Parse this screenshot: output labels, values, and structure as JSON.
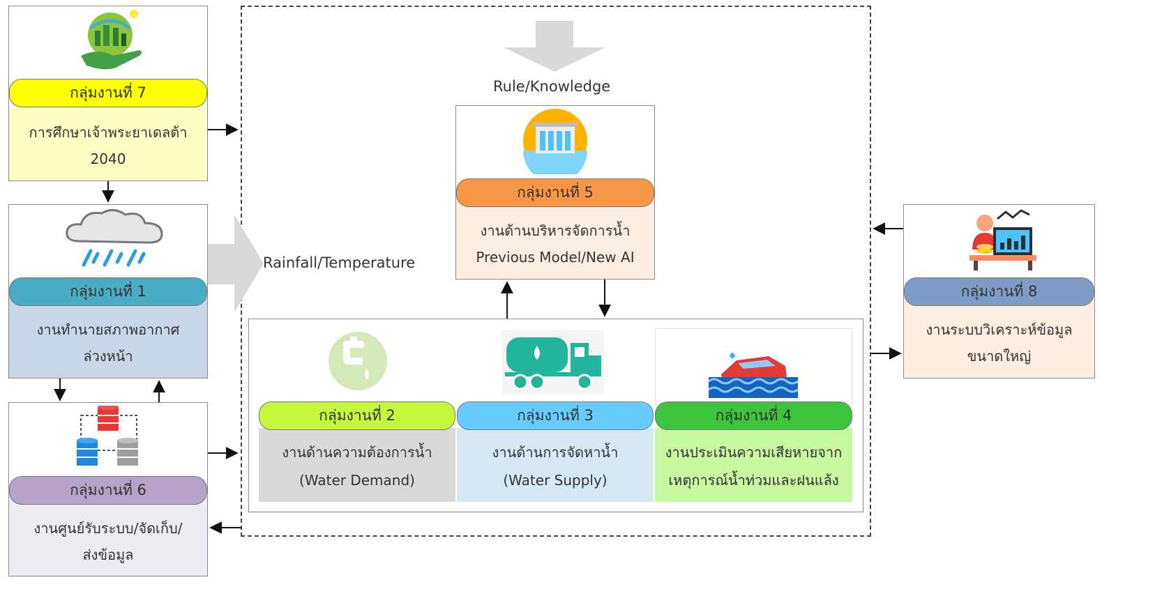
{
  "colors": {
    "g7": "#ffff00",
    "g1": "#4bacc6",
    "g5": "#f79646",
    "g8": "#7f9cc7",
    "g2": "#c6f73a",
    "g3": "#66ccff",
    "g4": "#3cc43c",
    "g6": "#b4a2c8"
  },
  "labels": {
    "rule_knowledge": "Rule/Knowledge",
    "rainfall_temperature": "Rainfall/Temperature"
  },
  "groups": {
    "g7": {
      "title": "กลุ่มงานที่ 7",
      "line1": "การศึกษาเจ้าพระยาเดลต้า",
      "line2": "2040",
      "icon": "green-city-hand-icon"
    },
    "g1": {
      "title": "กลุ่มงานที่ 1",
      "line1": "งานทำนายสภาพอากาศ",
      "line2": "ล่วงหน้า",
      "icon": "rain-cloud-icon"
    },
    "g6": {
      "title": "กลุ่มงานที่ 6",
      "line1": "งานศูนย์รับระบบ/จัดเก็บ/",
      "line2": "ส่งข้อมูล",
      "icon": "database-icon"
    },
    "g5": {
      "title": "กลุ่มงานที่ 5",
      "line1": "งานด้านบริหารจัดการน้ำ",
      "line2": "Previous Model/New AI",
      "icon": "dam-icon"
    },
    "g2": {
      "title": "กลุ่มงานที่ 2",
      "line1": "งานด้านความต้องการน้ำ",
      "line2": "(Water Demand)",
      "icon": "water-tap-icon"
    },
    "g3": {
      "title": "กลุ่มงานที่ 3",
      "line1": "งานด้านการจัดหาน้ำ",
      "line2": "(Water Supply)",
      "icon": "water-truck-icon"
    },
    "g4": {
      "title": "กลุ่มงานที่ 4",
      "line1": "งานประเมินความเสียหายจาก",
      "line2": "เหตุการณ์น้ำท่วมและฝนแล้ง",
      "icon": "flooded-car-icon"
    },
    "g8": {
      "title": "กลุ่มงานที่ 8",
      "line1": "งานระบบวิเคราะห์ข้อมูล",
      "line2": "ขนาดใหญ่",
      "icon": "data-analyst-icon"
    }
  }
}
